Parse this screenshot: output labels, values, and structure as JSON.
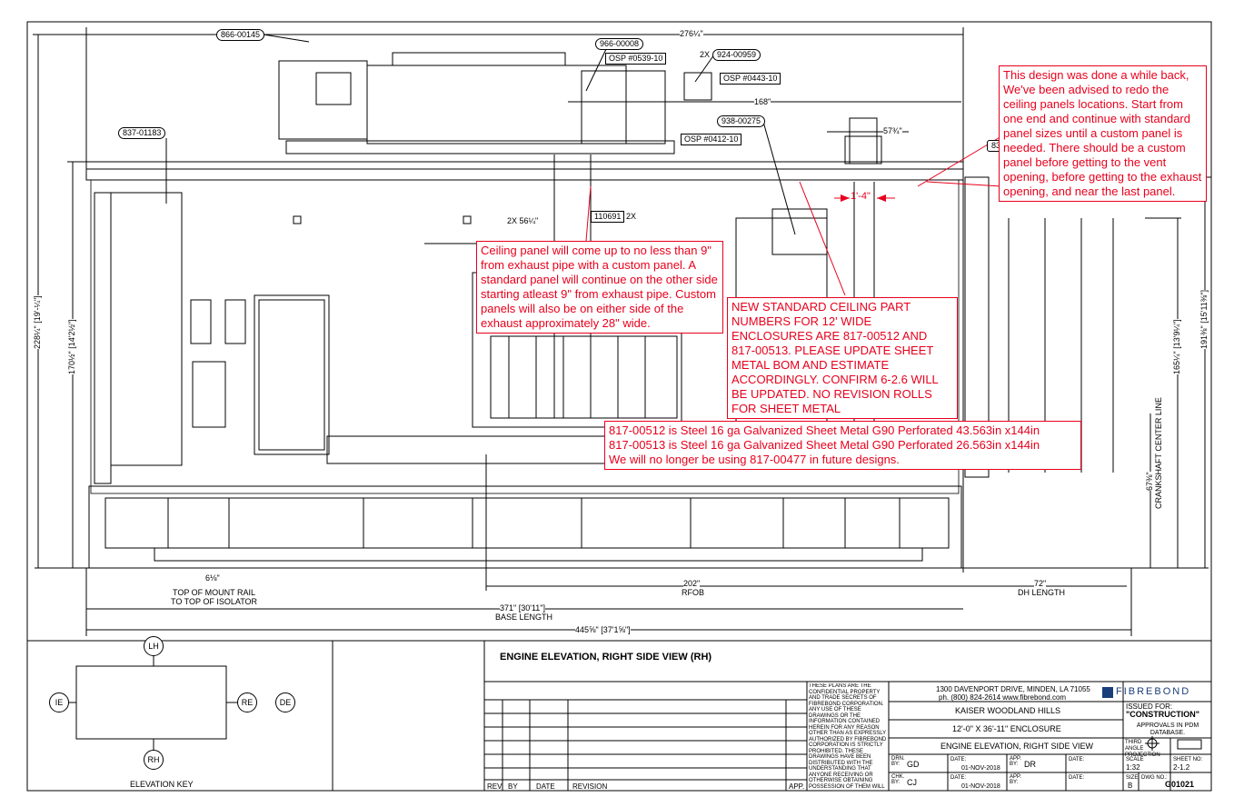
{
  "part_tags": {
    "exhaust_top": "866-00145",
    "muffler": "966-00008",
    "rain_cap": "924-00959",
    "rain_cap_qty": "2X",
    "wall_panel": "837-01183",
    "vent_hood": "938-00275",
    "ceiling_partial": "83",
    "support": "110691",
    "support_qty": "2X"
  },
  "osp_tags": {
    "muffler": "OSP #0539-10",
    "rain_cap": "OSP #0443-10",
    "exhaust": "OSP #0412-10"
  },
  "dimensions": {
    "overall_top": "276¼\"",
    "muffler_run": "168\"",
    "exhaust_height": "57¾\"",
    "hanger_spacing": "2X 56¼\"",
    "custom_gap": "1'-4\"",
    "left_outer": "228¼\" [19'-¼\"]",
    "left_inner": "170½\" [14'2½\"]",
    "right_outer": "191⅜\" [15'11⅜\"]",
    "right_inner": "165¼\" [13'9¼\"]",
    "crankshaft": "67⅜\"",
    "crankshaft_label": "CRANKSHAFT CENTER LINE",
    "mount_rail": "6⅛\"",
    "mount_rail_label_1": "TOP OF MOUNT RAIL",
    "mount_rail_label_2": "TO TOP OF ISOLATOR",
    "rfob": "202\"",
    "rfob_label": "RFOB",
    "dh": "72\"",
    "dh_label": "DH LENGTH",
    "base": "371\" [30'11\"]",
    "base_label": "BASE LENGTH",
    "overall_bottom": "445⅝\" [37'1⅝\"]"
  },
  "notes": {
    "ceiling_redo": "This design was done a while back, We've been advised to redo the ceiling panels locations. Start from one end and continue with standard panel sizes until a custom panel is needed. There should be a custom panel before getting to the vent opening, before getting to the exhaust opening, and near the last panel.",
    "ceiling_exhaust": "Ceiling panel will come up to no less than 9\" from exhaust pipe with a custom panel. A standard panel will continue on the other side starting atleast 9\" from exhaust pipe. Custom panels will also be on either side of the exhaust approximately 28\" wide.",
    "new_parts": "NEW STANDARD CEILING PART NUMBERS FOR 12' WIDE ENCLOSURES ARE 817-00512 AND 817-00513. PLEASE UPDATE SHEET METAL BOM AND ESTIMATE ACCORDINGLY. CONFIRM 6-2.6 WILL BE UPDATED. NO REVISION ROLLS FOR SHEET METAL",
    "part_desc_1": "817-00512 is Steel 16 ga Galvanized Sheet Metal G90 Perforated 43.563in x144in",
    "part_desc_2": "817-00513 is Steel 16 ga Galvanized Sheet Metal G90 Perforated 26.563in x144in",
    "part_desc_3": "We will no longer be using 817-00477 in future designs."
  },
  "view_title": "ENGINE ELEVATION, RIGHT SIDE VIEW (RH)",
  "elevation_key": {
    "title": "ELEVATION KEY",
    "lh": "LH",
    "rh": "RH",
    "ie": "IE",
    "re": "RE",
    "de": "DE"
  },
  "revision_table": {
    "rev": "REV.",
    "by": "BY",
    "date": "DATE",
    "revision": "REVISION",
    "app": "APP."
  },
  "confidential": "THESE PLANS ARE THE CONFIDENTIAL PROPERTY AND TRADE SECRETS OF FIBREBOND CORPORATION. ANY USE OF THESE DRAWINGS OR THE INFORMATION CONTAINED HEREIN FOR ANY REASON OTHER THAN AS EXPRESSLY AUTHORIZED BY FIBREBOND CORPORATION IS STRICTLY PROHIBITED. THESE DRAWINGS HAVE BEEN DISTRIBUTED WITH THE UNDERSTANDING THAT ANYONE RECEIVING OR OTHERWISE OBTAINING POSSESSION OF THEM WILL BE EXPRESSLY NOTIFIED OF THEIR CONFIDENTIAL NATURE",
  "title_block": {
    "address": "1300 DAVENPORT DRIVE, MINDEN, LA 71055",
    "contact": "ph. (800) 824-2614   www.fibrebond.com",
    "company": "FIBREBOND",
    "project": "KAISER WOODLAND HILLS",
    "enclosure": "12'-0\" X 36'-11\" ENCLOSURE",
    "sheet_title": "ENGINE ELEVATION, RIGHT SIDE VIEW",
    "issued_for_label": "ISSUED FOR:",
    "issued_for": "\"CONSTRUCTION\"",
    "approvals": "APPROVALS IN PDM DATABASE.",
    "projection": "THIRD ANGLE PROJECTION",
    "drn_label": "DRN. BY:",
    "drn": "GD",
    "chk_label": "CHK. BY:",
    "chk": "CJ",
    "date_label": "DATE:",
    "drn_date": "01-NOV-2018",
    "chk_date": "01-NOV-2018",
    "app_label": "APP. BY:",
    "app": "DR",
    "app2_label": "APP. BY:",
    "scale_label": "SCALE",
    "scale": "1:32",
    "sheet_label": "SHEET NO:",
    "sheet": "2-1.2",
    "size_label": "SIZE",
    "size": "B",
    "dwg_label": "DWG NO.:",
    "dwg": "G01021"
  }
}
